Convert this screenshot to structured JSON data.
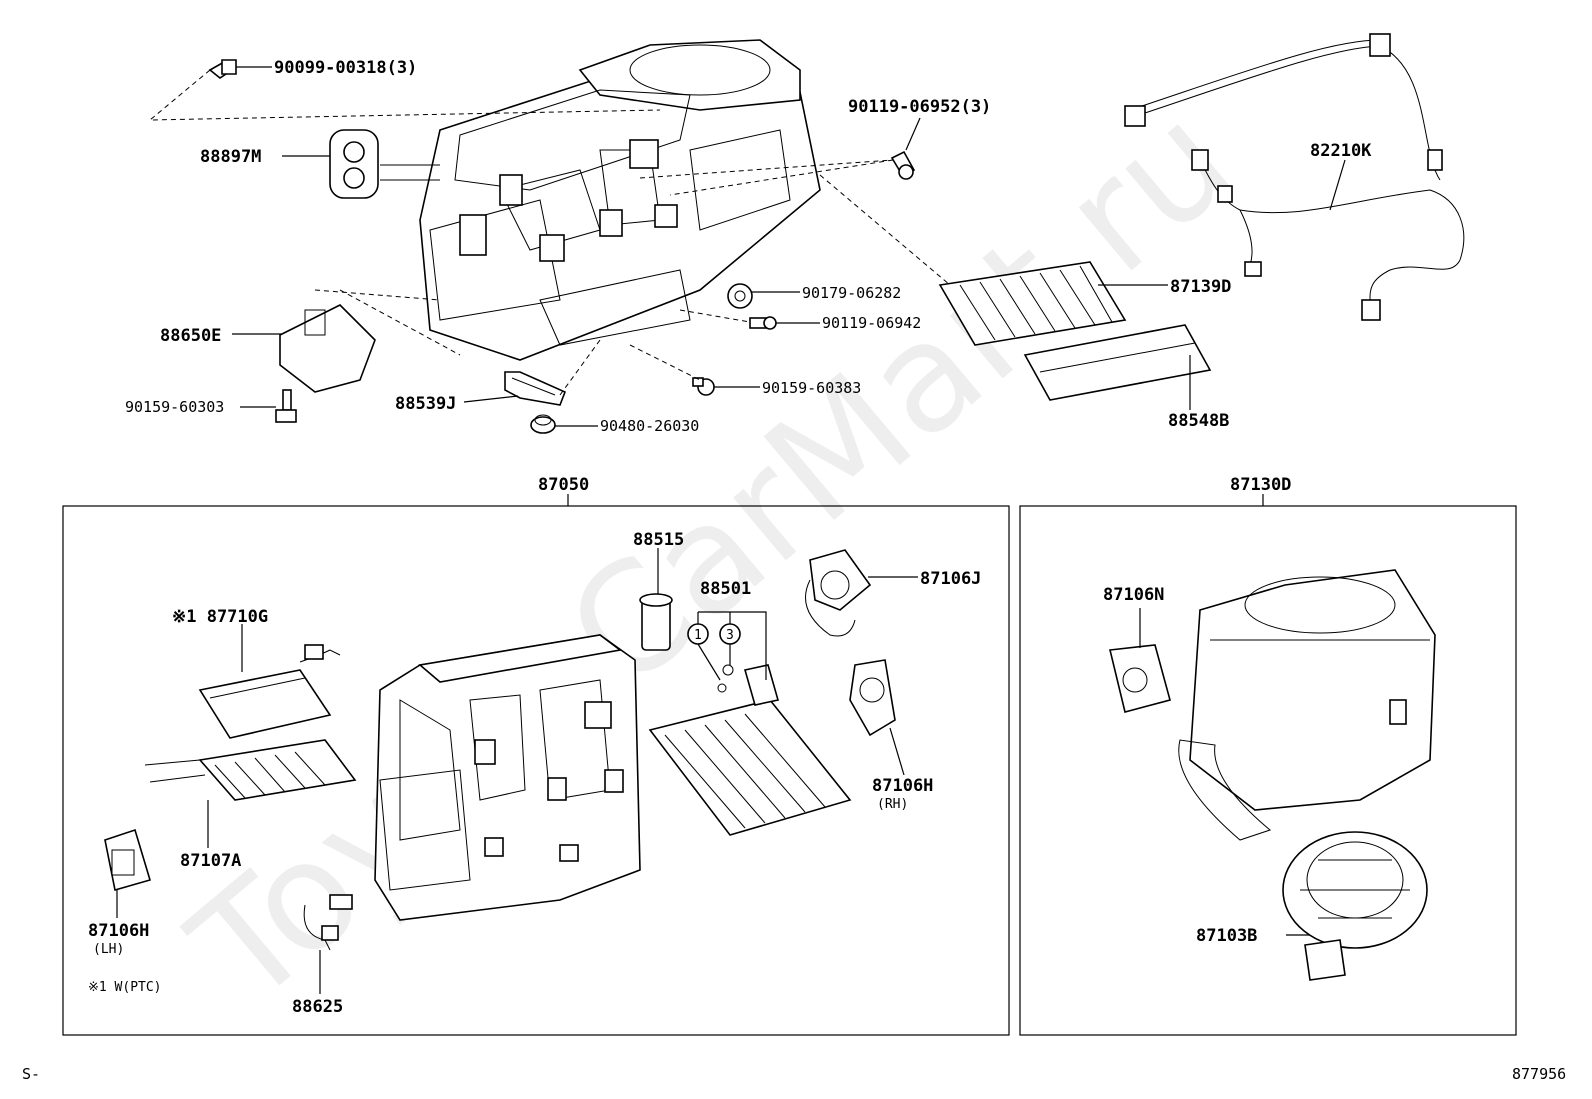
{
  "watermark": "ToyotaCarMart.ru",
  "corner_left": "S-",
  "corner_right": "877956",
  "groups": {
    "assembly_main": "87050",
    "assembly_right": "87130D"
  },
  "labels": {
    "p88897M": "88897M",
    "p90099": "90099-00318(3)",
    "p90119_06952": "90119-06952(3)",
    "p82210K": "82210K",
    "p87139D": "87139D",
    "p90179": "90179-06282",
    "p90119_06942": "90119-06942",
    "p88650E": "88650E",
    "p90159_60303": "90159-60303",
    "p88539J": "88539J",
    "p90159_60383": "90159-60383",
    "p90480": "90480-26030",
    "p88548B": "88548B",
    "p88515": "88515",
    "p88501": "88501",
    "p87106J": "87106J",
    "p87710G": "※1 87710G",
    "p87107A": "87107A",
    "p87106H_rh": "87106H",
    "rh": "(RH)",
    "p87106H_lh": "87106H",
    "lh": "(LH)",
    "note": "※1 W(PTC)",
    "p88625": "88625",
    "p87106N": "87106N",
    "p87103B": "87103B",
    "circle1": "1",
    "circle3": "3"
  }
}
